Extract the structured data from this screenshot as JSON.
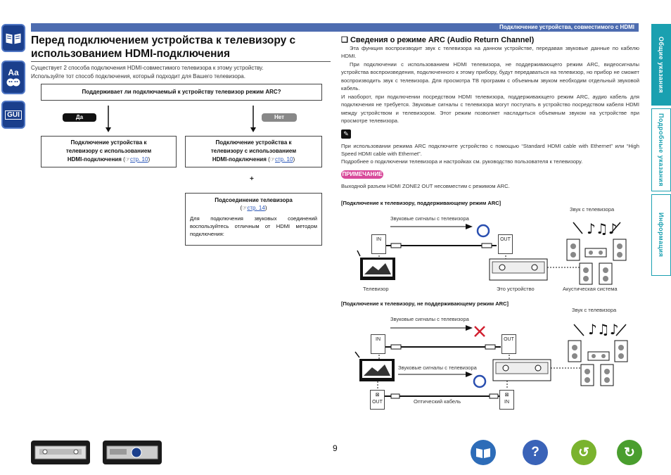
{
  "header": {
    "section_label": "Подключение устройства, совместимого с HDMI"
  },
  "left_tabs": [
    {
      "label": "",
      "icon": "book-icon"
    },
    {
      "label": "Aa",
      "icon": "glossary-icon"
    },
    {
      "label": "GUI",
      "icon": "gui-icon"
    }
  ],
  "right_tabs": [
    {
      "label": "Общие указания"
    },
    {
      "label": "Подробные указания"
    },
    {
      "label": "Информация"
    }
  ],
  "page": {
    "title": "Перед подключением устройства к телевизору с использованием HDMI-подключения",
    "intro_line1": "Существует 2 способа подключения HDMI-совместимого телевизора к этому устройству.",
    "intro_line2": "Используйте тот способ подключения, который подходит для Вашего телевизора.",
    "page_number": "9"
  },
  "flow": {
    "question": "Поддерживает ли подключаемый к устройству телевизор режим ARC?",
    "yes_label": "Да",
    "no_label": "Нет",
    "yes_box_line1": "Подключение устройства к",
    "yes_box_line2": "телевизору с использованием",
    "yes_box_line3": "HDMI-подключения",
    "yes_box_ref": "стр. 10",
    "no_box_line1": "Подключение устройства к",
    "no_box_line2": "телевизору с использованием",
    "no_box_line3": "HDMI-подключения",
    "no_box_ref": "стр. 10",
    "plus": "+",
    "tv_box_title": "Подсоединение телевизора",
    "tv_box_ref": "стр. 14",
    "tv_box_text": "Для подключения звуковых соединений воспользуйтесь отличным от HDMI методом подключения:"
  },
  "arc": {
    "title": "Сведения о режиме ARC (Audio Return Channel)",
    "p1": "Эта функция воспроизводит звук с телевизора на данном устройстве, передавая звуковые данные по кабелю HDMI.",
    "p2": "При подключении с использованием HDMI телевизора, не поддерживающего режим ARC, видеосигналы устройства воспроизведения, подключенного к этому прибору, будут передаваться на телевизор, но прибор не сможет воспроизводить звук с телевизора. Для просмотра ТВ программ с объемным звуком необходим отдельный звуковой кабель.",
    "p3": "И наоборот, при подключении посредством HDMI телевизора, поддерживающего режим ARC, аудио кабель для подключения не требуется. Звуковые сигналы с телевизора могут поступать в устройство посредством кабеля HDMI между устройством и телевизором. Этот режим позволяет насладиться объемным звуком на устройстве при просмотре телевизора.",
    "note1": "При использовании режима ARC подключите устройство с помощью “Standard HDMI cable with Ethernet” или “High Speed HDMI cable with Ethernet”.",
    "note2": "Подробнее о подключении телевизора и настройках см. руководство пользователя к телевизору.",
    "note_badge": "ПРИМЕЧАНИЕ",
    "note_text": "Выходной разъем HDMI ZONE2 OUT несовместим с режимом ARC."
  },
  "diagram1": {
    "title": "[Подключение к телевизору, поддерживающему режим ARC]",
    "signal_label": "Звуковые сигналы с телевизора",
    "sound_label": "Звук с телевизора",
    "port_in": "IN",
    "port_out": "OUT",
    "tv_label": "Телевизор",
    "device_label": "Это устройство",
    "speakers_label": "Акустическая система"
  },
  "diagram2": {
    "title": "[Подключение к телевизору, не поддерживающему режим ARC]",
    "signal_label_top": "Звуковые сигналы с телевизора",
    "signal_label_bottom": "Звуковые сигналы с телевизора",
    "sound_label": "Звук с телевизора",
    "port_in": "IN",
    "port_out": "OUT",
    "port_opt_out": "OUT",
    "port_opt_in": "IN",
    "optical_label": "Оптический кабель"
  },
  "colors": {
    "header_blue": "#4d6cb0",
    "tab_teal": "#1aa0b0",
    "yes_pill": "#111111",
    "no_pill": "#888888",
    "note_pink": "#d84a9a",
    "ok_circle": "#2a4fb0",
    "x_red": "#d22030"
  }
}
